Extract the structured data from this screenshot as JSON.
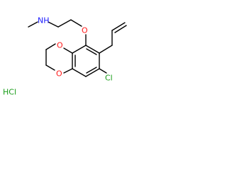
{
  "molecule": {
    "atoms": {
      "amine_nh": "NH",
      "ether_o": "O",
      "dioxane_o_top": "O",
      "dioxane_o_bottom": "O",
      "chloro": "Cl"
    },
    "salt": "HCl"
  },
  "colors": {
    "bond": "#000000",
    "nitrogen": "#1a1aff",
    "oxygen": "#ff1a1a",
    "chlorine": "#1a9d1a"
  }
}
